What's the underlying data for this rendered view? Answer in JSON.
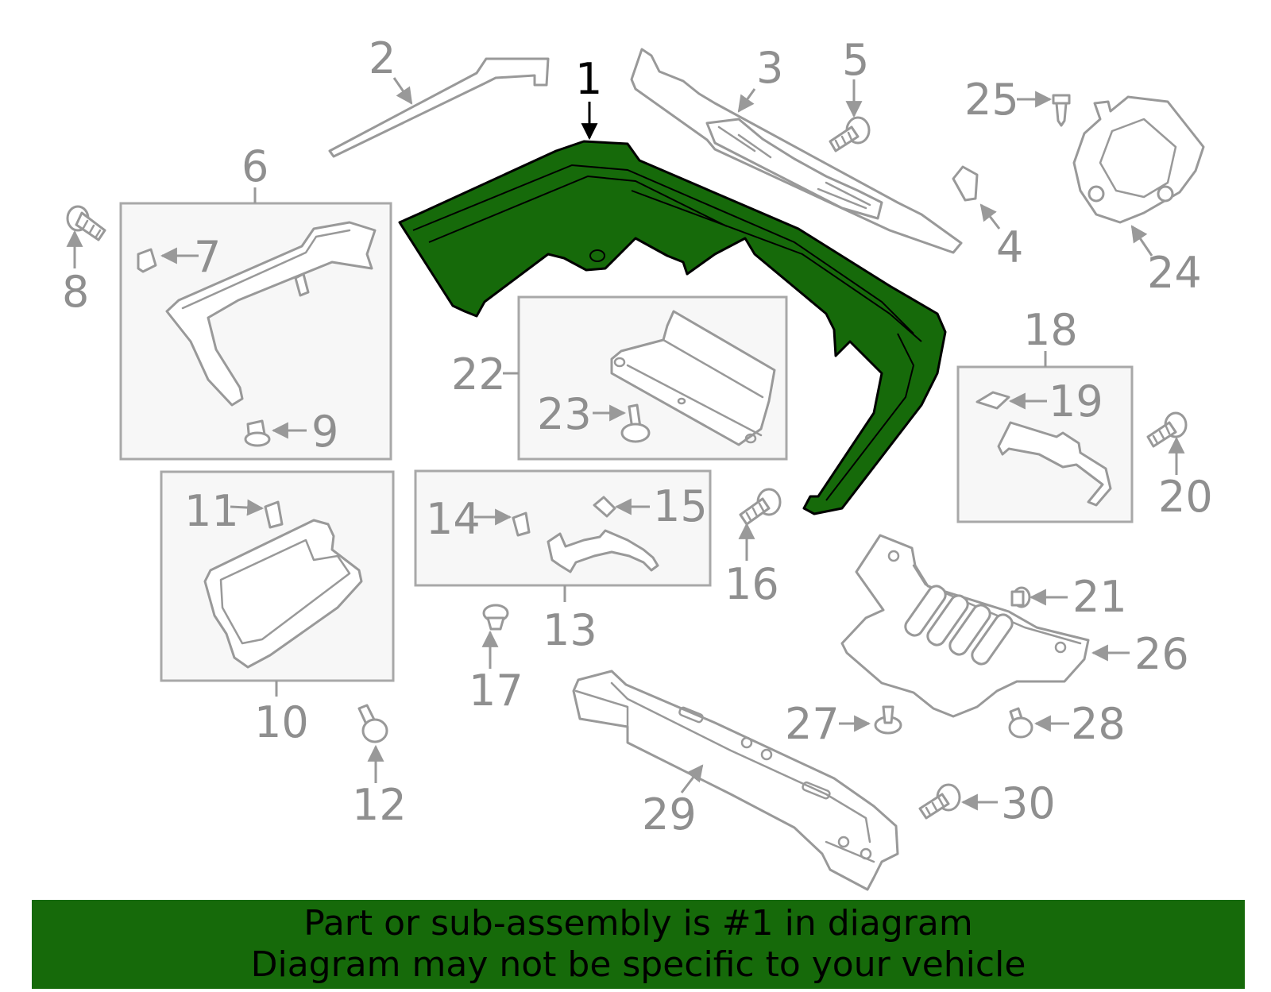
{
  "callouts": {
    "c1": "1",
    "c2": "2",
    "c3": "3",
    "c4": "4",
    "c5": "5",
    "c6": "6",
    "c7": "7",
    "c8": "8",
    "c9": "9",
    "c10": "10",
    "c11": "11",
    "c12": "12",
    "c13": "13",
    "c14": "14",
    "c15": "15",
    "c16": "16",
    "c17": "17",
    "c18": "18",
    "c19": "19",
    "c20": "20",
    "c21": "21",
    "c22": "22",
    "c23": "23",
    "c24": "24",
    "c25": "25",
    "c26": "26",
    "c27": "27",
    "c28": "28",
    "c29": "29",
    "c30": "30"
  },
  "banner": {
    "line1": "Part or sub-assembly is #1 in diagram",
    "line2": "Diagram may not be specific to your vehicle"
  },
  "colors": {
    "highlight": "#166a0a",
    "banner_bg": "#166a0a",
    "part_stroke": "#999999",
    "label": "#8f8f8f"
  }
}
